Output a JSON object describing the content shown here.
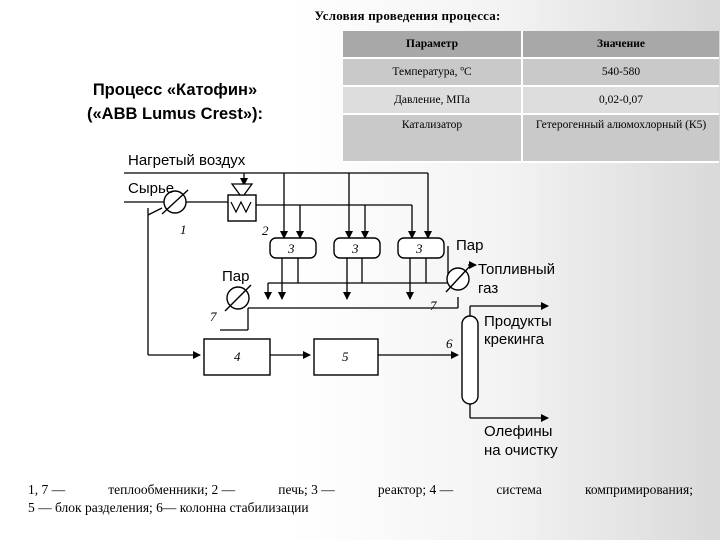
{
  "slide": {
    "title": "Условия проведения процесса:",
    "process_line1": "Процесс «Катофин»",
    "process_line2": "(«ABB Lumus Crest»):"
  },
  "table": {
    "headers": [
      "Параметр",
      "Значение"
    ],
    "rows": [
      [
        "Температура, ºС",
        "540-580"
      ],
      [
        "Давление, МПа",
        "0,02-0,07"
      ],
      [
        "Катализатор",
        "Гетерогенный алюмохлорный (К5)"
      ]
    ]
  },
  "diagram": {
    "labels": {
      "hot_air": "Нагретый воздух",
      "feed": "Сырье",
      "steam_top": "Пар",
      "steam_left": "Пар",
      "fuel_gas_1": "Топливный",
      "fuel_gas_2": "газ",
      "cracking_1": "Продукты",
      "cracking_2": "крекинга",
      "olefins_1": "Олефины",
      "olefins_2": "на очистку"
    },
    "numbers": {
      "n1": "1",
      "n2": "2",
      "n3a": "3",
      "n3b": "3",
      "n3c": "3",
      "n4": "4",
      "n5": "5",
      "n6": "6",
      "n7a": "7",
      "n7b": "7"
    }
  },
  "footer": {
    "line1": [
      "1, 7 —",
      "теплообменники; 2 —",
      "печь; 3 —",
      "реактор; 4 —",
      "система",
      "компримирования;"
    ],
    "line2": "5 — блок разделения; 6— колонна стабилизации"
  }
}
